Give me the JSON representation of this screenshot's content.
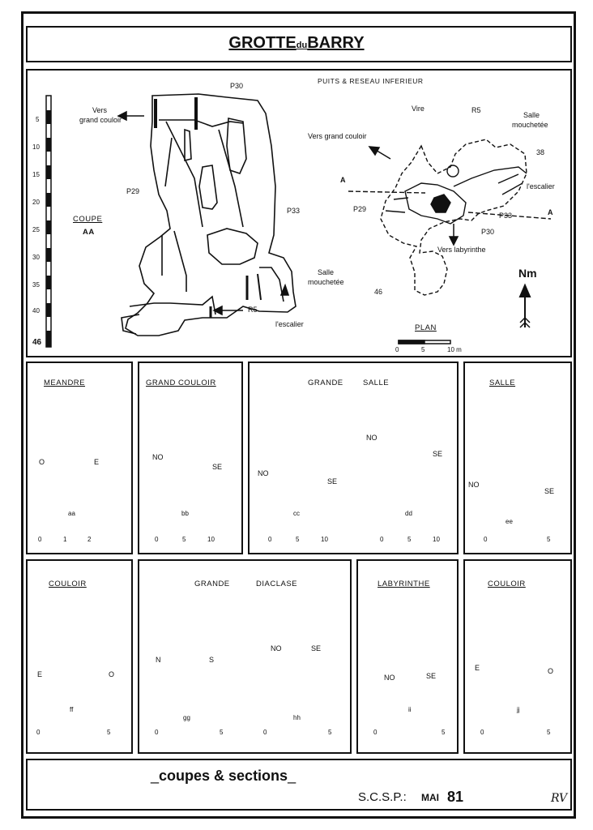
{
  "title": {
    "part1": "GROTTE",
    "part2": "du",
    "part3": "BARRY"
  },
  "coupe": {
    "depth_ticks": [
      "5",
      "10",
      "15",
      "20",
      "25",
      "30",
      "35",
      "40",
      "46"
    ],
    "section_label": "COUPE",
    "section_id": "AA",
    "labels": {
      "vers_grand_couloir_1": "Vers",
      "vers_grand_couloir_2": "grand couloir",
      "p30": "P30",
      "p29": "P29",
      "p33": "P33",
      "salle_mouchetee_1": "Salle",
      "salle_mouchetee_2": "mouchetée",
      "r5": "R5",
      "escalier": "l'escalier"
    }
  },
  "plan": {
    "header": "PUITS  &  RESEAU  INFERIEUR",
    "labels": {
      "vire": "Vire",
      "r5": "R5",
      "salle_mouchetee_1": "Salle",
      "salle_mouchetee_2": "mouchetée",
      "vers_grand_couloir": "Vers grand couloir",
      "d38": "38",
      "a_left": "A",
      "a_right": "A",
      "escalier": "l'escalier",
      "p29": "P29",
      "p33": "P33",
      "p30": "P30",
      "vers_labyrinthe": "Vers labyrinthe",
      "d46": "46",
      "north": "Nm",
      "plan_label": "PLAN",
      "scale_0": "0",
      "scale_5": "5",
      "scale_10": "10 m"
    }
  },
  "sections_row1": [
    {
      "title": "MEANDRE",
      "left": "O",
      "right": "E",
      "id": "aa",
      "scale": [
        "0",
        "1",
        "2"
      ]
    },
    {
      "title": "GRAND COULOIR",
      "left": "NO",
      "right": "SE",
      "id": "bb",
      "scale": [
        "0",
        "5",
        "10"
      ]
    },
    {
      "title": "GRANDE",
      "left": "NO",
      "right": "SE",
      "id": "cc",
      "scale": [
        "0",
        "5",
        "10"
      ]
    },
    {
      "title": "SALLE",
      "left": "NO",
      "right": "SE",
      "id": "dd",
      "scale": [
        "0",
        "5",
        "10"
      ]
    },
    {
      "title": "SALLE",
      "left": "NO",
      "right": "SE",
      "id": "ee",
      "scale": [
        "0",
        "5"
      ]
    }
  ],
  "sections_row2": [
    {
      "title": "COULOIR",
      "left": "E",
      "right": "O",
      "id": "ff",
      "scale": [
        "0",
        "5"
      ]
    },
    {
      "title": "GRANDE",
      "left": "N",
      "right": "S",
      "id": "gg",
      "scale": [
        "0",
        "5"
      ]
    },
    {
      "title": "DIACLASE",
      "left": "NO",
      "right": "SE",
      "id": "hh",
      "scale": [
        "0",
        "5"
      ]
    },
    {
      "title": "LABYRINTHE",
      "left": "NO",
      "right": "SE",
      "id": "ii",
      "scale": [
        "0",
        "5"
      ]
    },
    {
      "title": "COULOIR",
      "left": "E",
      "right": "O",
      "id": "jj",
      "scale": [
        "0",
        "5"
      ]
    }
  ],
  "footer": {
    "caption": "coupes  &  sections",
    "author": "S.C.S.P.:",
    "month": "MAI",
    "year": "81",
    "signature": "RV"
  }
}
